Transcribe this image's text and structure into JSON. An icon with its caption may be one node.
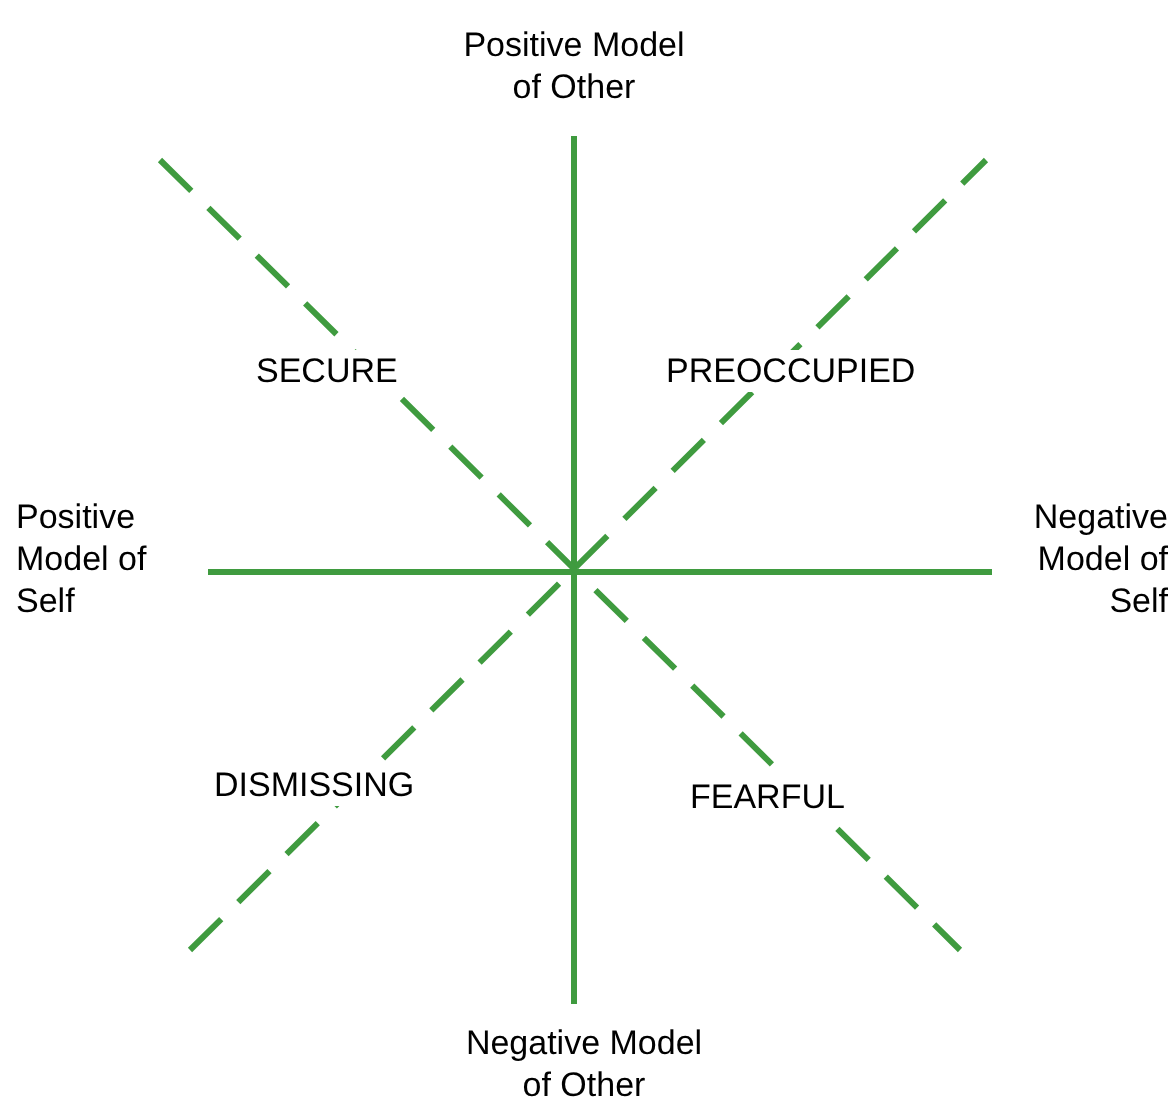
{
  "diagram": {
    "labels": [
      "Positive Model of Other",
      "SECURE",
      "PREOCCUPIED",
      "Positive Model of Self",
      "Negative Model of Self",
      "DISMISSING",
      "FEARFUL",
      "Negative Model of Other"
    ]
  }
}
